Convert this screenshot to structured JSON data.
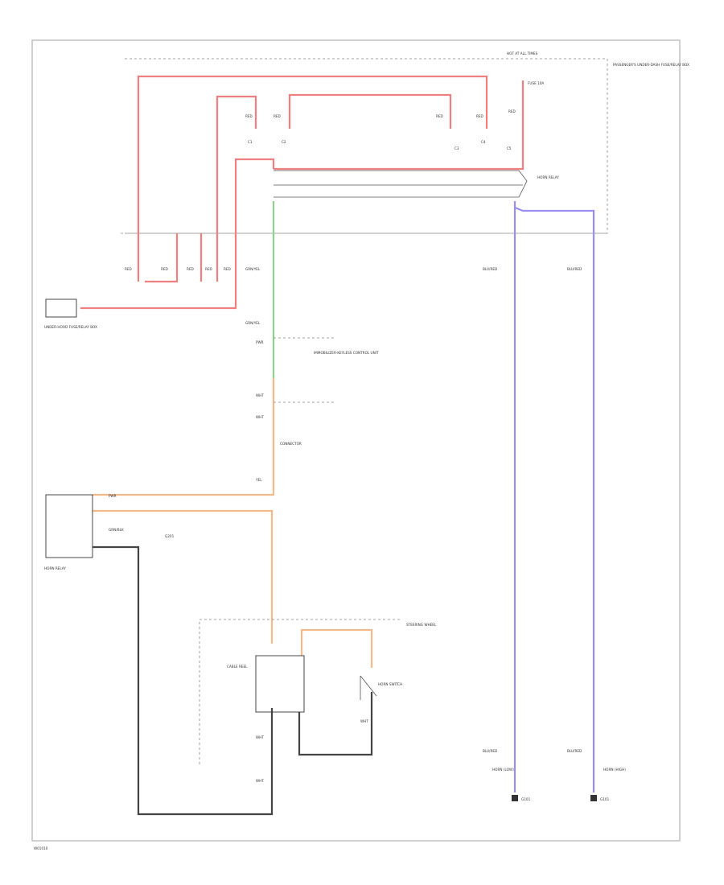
{
  "colors": {
    "red": "#f08080",
    "green": "#8fd08f",
    "orange": "#f5b98a",
    "blue_violet": "#9a8ef0",
    "black": "#333333"
  },
  "labels": {
    "hot": "HOT AT ALL TIMES",
    "relay_box": "PASSENGER'S UNDER-DASH FUSE/RELAY BOX",
    "fuse": "FUSE 10A",
    "red1": "RED",
    "red2": "RED",
    "red3": "RED",
    "red4": "RED",
    "red5": "RED",
    "red_a": "RED",
    "red_b": "RED",
    "red_c": "RED",
    "red_d": "RED",
    "red_e": "RED",
    "c1": "C1",
    "c2": "C2",
    "c3": "C3",
    "c4": "C4",
    "c5": "C5",
    "relay": "HORN RELAY",
    "grn_yel1": "GRN/YEL",
    "grn_yel2": "GRN/YEL",
    "blu_red1": "BLU/RED",
    "blu_red2": "BLU/RED",
    "blu_red3": "BLU/RED",
    "blu_red4": "BLU/RED",
    "under_hood": "UNDER-HOOD FUSE/RELAY BOX",
    "connector": "CONNECTOR",
    "cable_reel": "CABLE REEL",
    "horn_switch": "HORN SWITCH",
    "wire_mid1": "WHT",
    "wire_mid2": "WHT",
    "wire_mid3": "YEL",
    "immobilizer": "IMMOBILIZER-KEYLESS CONTROL UNIT",
    "pwr": "PWR",
    "pwr2": "PWR",
    "grn_blk": "GRN/BLK",
    "grd": "G201",
    "steering": "STEERING WHEEL",
    "wht1": "WHT",
    "wht2": "WHT",
    "wht3": "WHT",
    "horn_low": "HORN (LOW)",
    "horn_high": "HORN (HIGH)",
    "ground_l": "G101",
    "ground_r": "G101",
    "footer": "W01010"
  }
}
